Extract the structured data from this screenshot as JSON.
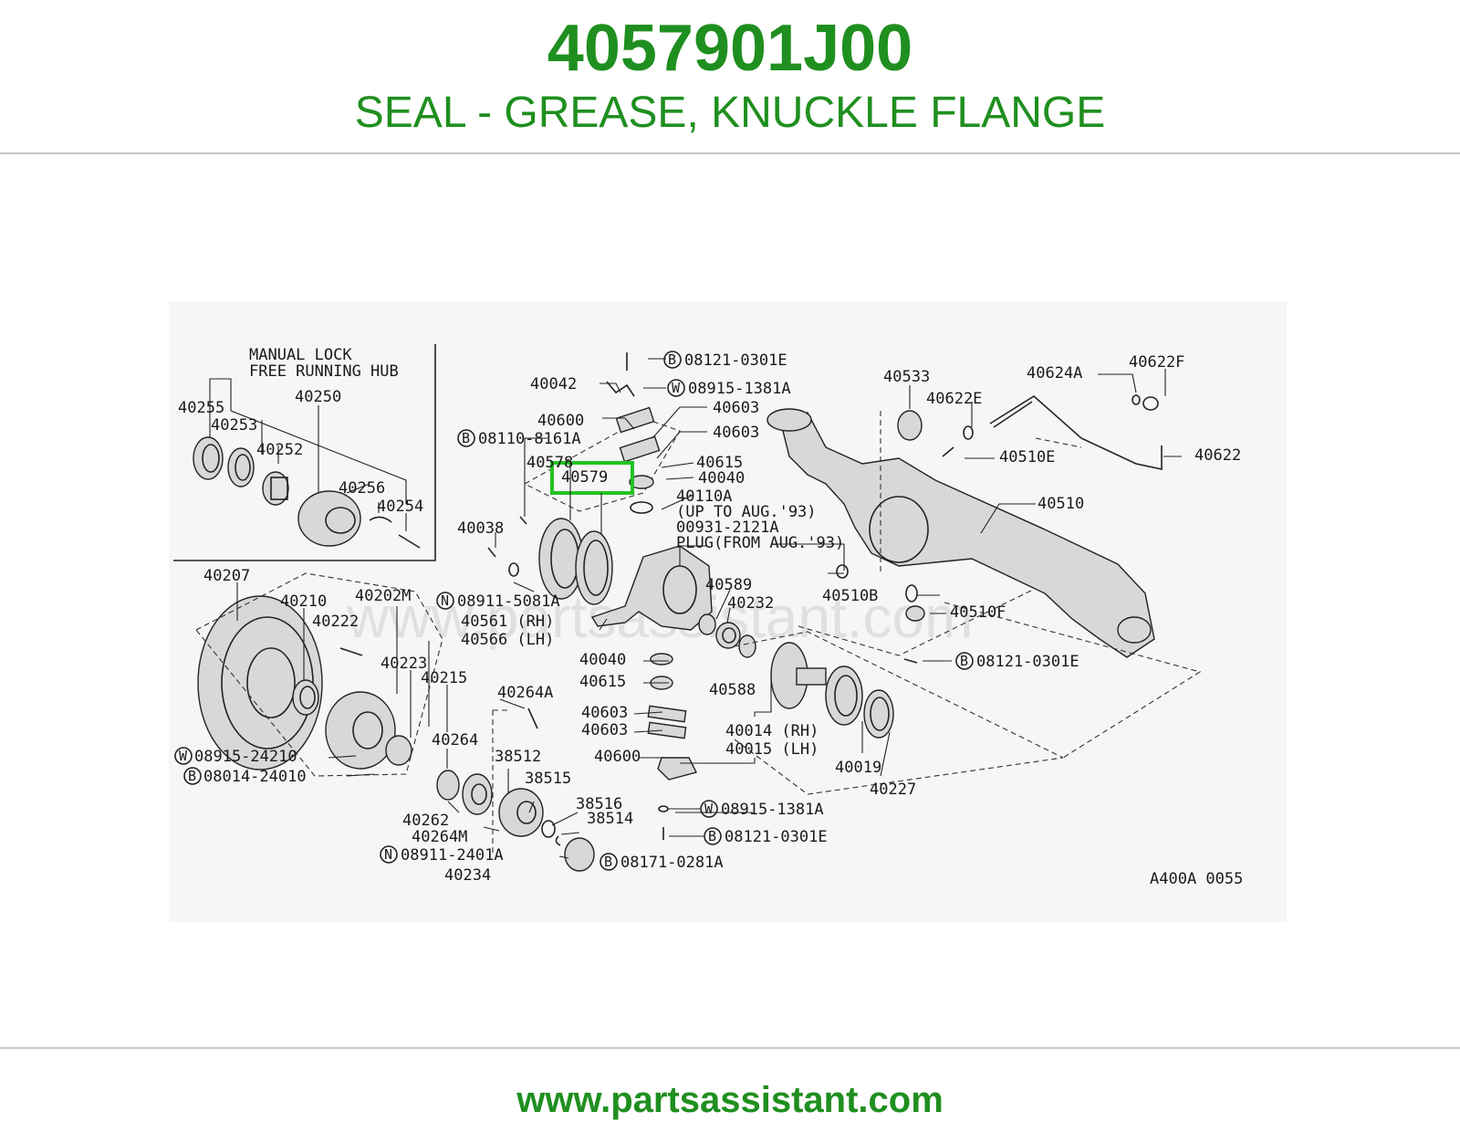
{
  "header": {
    "part_number": "4057901J00",
    "description": "SEAL - GREASE, KNUCKLE FLANGE"
  },
  "footer": {
    "site": "www.partsassistant.com"
  },
  "diagram": {
    "watermark": "www.partsassistant.com",
    "diagram_code": "A400A 0055",
    "inset_title_line1": "MANUAL LOCK",
    "inset_title_line2": "FREE RUNNING HUB",
    "highlighted_part": "40579",
    "labels": {
      "l40255": "40255",
      "l40253": "40253",
      "l40250": "40250",
      "l40252": "40252",
      "l40256": "40256",
      "l40254": "40254",
      "l40207": "40207",
      "l40210": "40210",
      "l40202M": "40202M",
      "l40222": "40222",
      "l40223": "40223",
      "l40215": "40215",
      "w0891524210": "08915-24210",
      "b0801424010": "08014-24010",
      "l40042": "40042",
      "l40600a": "40600",
      "b081108161A": "08110-8161A",
      "l40578": "40578",
      "l40579": "40579",
      "l40038": "40038",
      "b081210301Ea": "08121-0301E",
      "w089151381Aa": "08915-1381A",
      "l40603a": "40603",
      "l40603b": "40603",
      "l40615a": "40615",
      "l40040a": "40040",
      "l40110A": "40110A",
      "upto93": "(UP TO AUG.'93)",
      "l009312121A": "00931-2121A",
      "plug93": "PLUG(FROM AUG.'93)",
      "n089115081A": "08911-5081A",
      "l40561": "40561 (RH)",
      "l40566": "40566 (LH)",
      "l40589": "40589",
      "l40232": "40232",
      "l40040b": "40040",
      "l40615b": "40615",
      "l40588": "40588",
      "l40264A": "40264A",
      "l40603c": "40603",
      "l40603d": "40603",
      "l40600b": "40600",
      "l40014": "40014 (RH)",
      "l40015": "40015 (LH)",
      "l40019": "40019",
      "l40227": "40227",
      "l40264": "40264",
      "l38512": "38512",
      "l38515": "38515",
      "l38516": "38516",
      "l38514": "38514",
      "l40262": "40262",
      "l40264M": "40264M",
      "n089112401A": "08911-2401A",
      "l40234": "40234",
      "b081710281A": "08171-0281A",
      "w089151381Ab": "08915-1381A",
      "b081210301Eb": "08121-0301E",
      "l40533": "40533",
      "l40622E": "40622E",
      "l40624A": "40624A",
      "l40622F": "40622F",
      "l40510E": "40510E",
      "l40622": "40622",
      "l40510": "40510",
      "l40510B": "40510B",
      "l40510F": "40510F",
      "b081210301Ec": "08121-0301E",
      "circB": "B",
      "circW": "W",
      "circN": "N"
    }
  }
}
